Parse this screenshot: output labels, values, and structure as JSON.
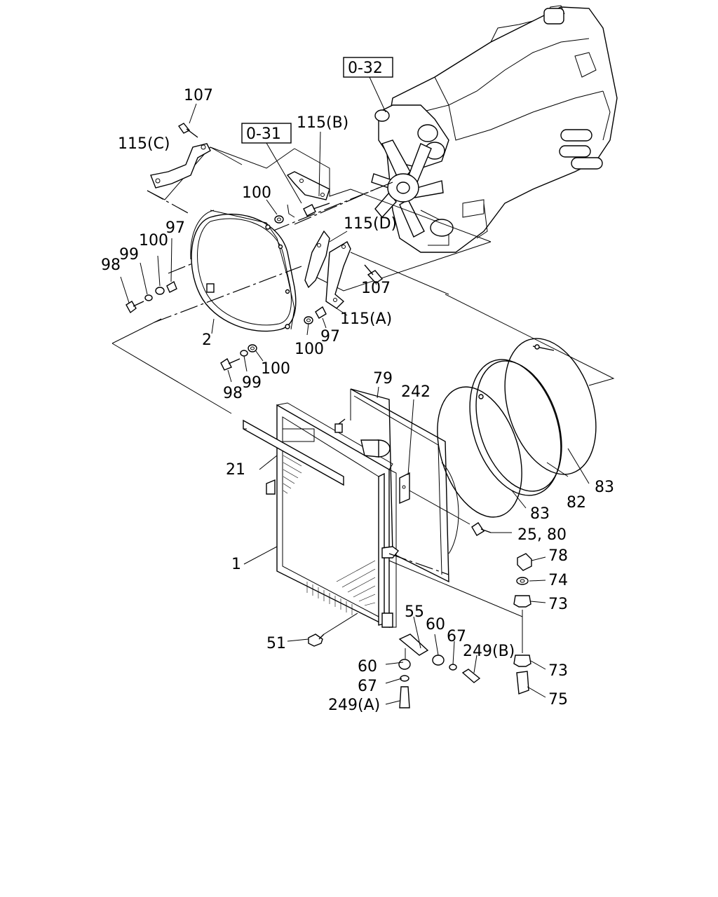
{
  "labels": {
    "ref_032": "0-32",
    "ref_031": "0-31",
    "p107_top": "107",
    "p115c": "115(C)",
    "p115b": "115(B)",
    "p100_top": "100",
    "p115d": "115(D)",
    "p97_left": "97",
    "p100_left": "100",
    "p99_left": "99",
    "p98_left": "98",
    "p107_mid": "107",
    "p115a": "115(A)",
    "p97_mid": "97",
    "p100_mid": "100",
    "p2": "2",
    "p100_low": "100",
    "p99_low": "99",
    "p98_low": "98",
    "p79": "79",
    "p242": "242",
    "p21": "21",
    "p83_right": "83",
    "p82": "82",
    "p83_low": "83",
    "p25_80": "25, 80",
    "p78": "78",
    "p74": "74",
    "p73_top": "73",
    "p1": "1",
    "p55": "55",
    "p60_right": "60",
    "p67_right": "67",
    "p249b": "249(B)",
    "p73_low": "73",
    "p51": "51",
    "p60_left": "60",
    "p67_left": "67",
    "p249a": "249(A)",
    "p75": "75"
  }
}
